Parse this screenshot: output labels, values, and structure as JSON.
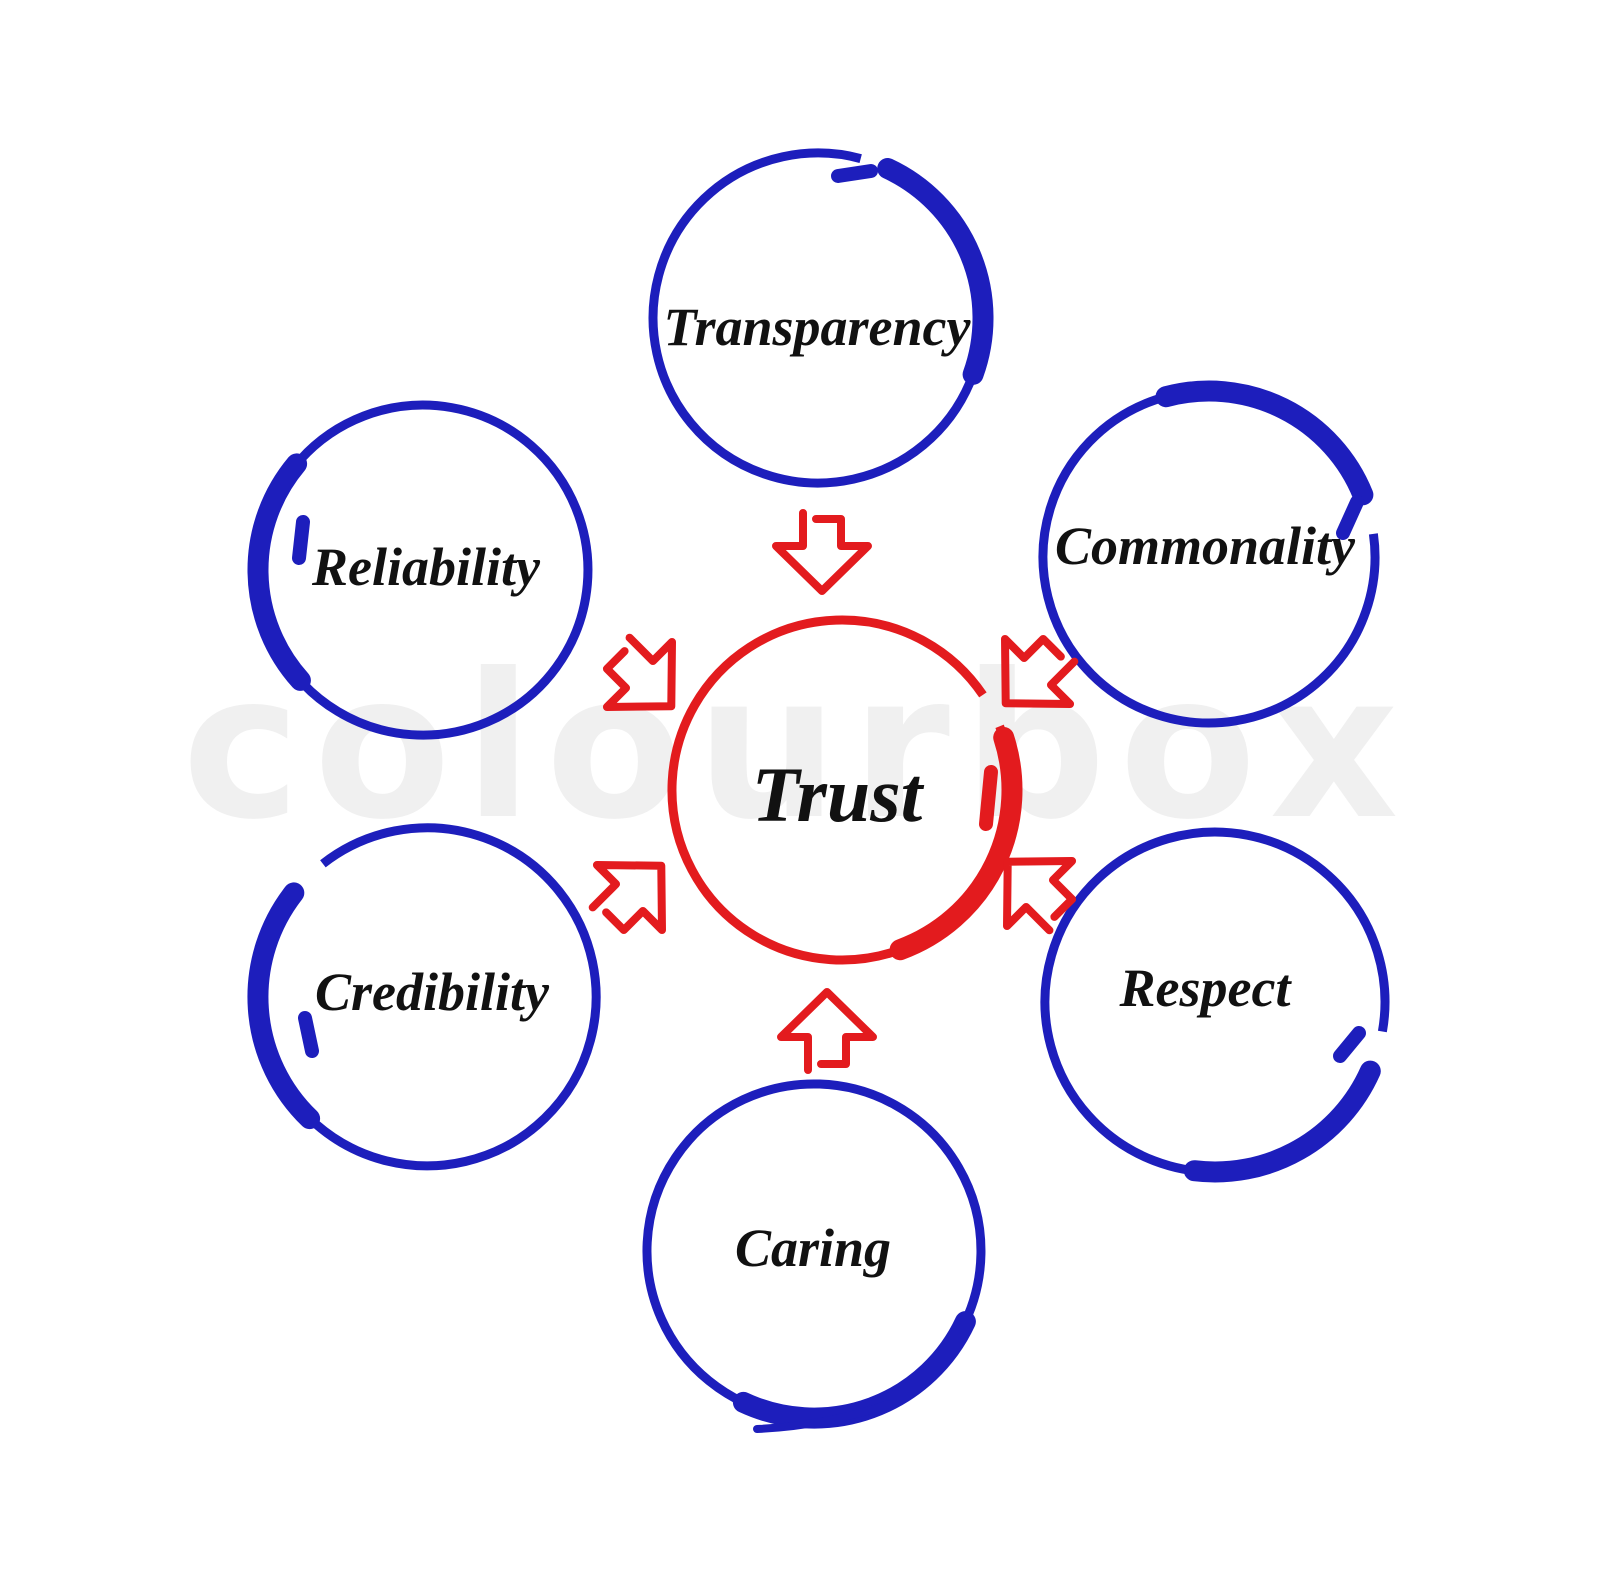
{
  "diagram": {
    "center": {
      "label": "Trust"
    },
    "factors": [
      {
        "label": "Transparency",
        "position": "top"
      },
      {
        "label": "Commonality",
        "position": "top-right"
      },
      {
        "label": "Respect",
        "position": "bottom-right"
      },
      {
        "label": "Caring",
        "position": "bottom"
      },
      {
        "label": "Credibility",
        "position": "bottom-left"
      },
      {
        "label": "Reliability",
        "position": "top-left"
      }
    ]
  },
  "watermark": {
    "text": "colourbox"
  },
  "colors": {
    "blue": "#1d1ebc",
    "red": "#e31b1e",
    "text": "#111111",
    "watermark": "#f0f0f0",
    "bg": "#ffffff"
  }
}
